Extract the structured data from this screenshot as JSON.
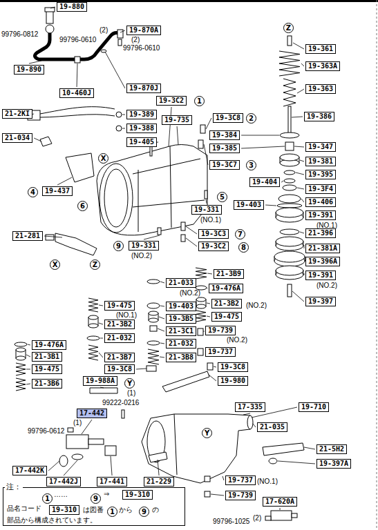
{
  "diagram": {
    "nodes": [
      {
        "text": [
          "19-880"
        ]
      },
      {
        "text": [
          "19-870A"
        ]
      },
      {
        "text": [
          "Z"
        ]
      },
      {
        "text": [
          "19-361"
        ]
      },
      {
        "text": [
          "19-363A"
        ]
      },
      {
        "text": [
          "19-890"
        ]
      },
      {
        "text": [
          "19-870J"
        ]
      },
      {
        "text": [
          "10-460J"
        ]
      },
      {
        "text": [
          "19-363"
        ]
      },
      {
        "text": [
          "19-3C2"
        ]
      },
      {
        "text": [
          "1"
        ]
      },
      {
        "text": [
          "21-2KI"
        ]
      },
      {
        "text": [
          "19-389"
        ]
      },
      {
        "text": [
          "19-735"
        ]
      },
      {
        "text": [
          "19-3C8"
        ]
      },
      {
        "text": [
          "2"
        ]
      },
      {
        "text": [
          "19-386"
        ]
      },
      {
        "text": [
          "19-388"
        ]
      },
      {
        "text": [
          "19-384"
        ]
      },
      {
        "text": [
          "21-034"
        ]
      },
      {
        "text": [
          "19-405"
        ]
      },
      {
        "text": [
          "19-385"
        ]
      },
      {
        "text": [
          "19-347"
        ]
      },
      {
        "text": [
          "19-381"
        ]
      },
      {
        "text": [
          "X"
        ]
      },
      {
        "text": [
          "19-3C7"
        ]
      },
      {
        "text": [
          "3"
        ]
      },
      {
        "text": [
          "19-395"
        ]
      },
      {
        "text": [
          "19-404"
        ]
      },
      {
        "text": [
          "19-3F4"
        ]
      },
      {
        "text": [
          "4"
        ]
      },
      {
        "text": [
          "19-437"
        ]
      },
      {
        "text": [
          "5"
        ]
      },
      {
        "text": [
          "19-403"
        ]
      },
      {
        "text": [
          "19-406"
        ]
      },
      {
        "text": [
          "6"
        ]
      },
      {
        "text": [
          "19-331"
        ]
      },
      {
        "text": [
          "19-391"
        ]
      },
      {
        "text": [
          "21-396"
        ]
      },
      {
        "text": [
          "19-3C3"
        ]
      },
      {
        "text": [
          "7"
        ]
      },
      {
        "text": [
          "21-281"
        ]
      },
      {
        "text": [
          "9"
        ]
      },
      {
        "text": [
          "19-331"
        ]
      },
      {
        "text": [
          "19-3C2"
        ]
      },
      {
        "text": [
          "8"
        ]
      },
      {
        "text": [
          "21-381A"
        ]
      },
      {
        "text": [
          "19-396A"
        ]
      },
      {
        "text": [
          "X"
        ]
      },
      {
        "text": [
          "Z"
        ]
      },
      {
        "text": [
          "19-391"
        ]
      },
      {
        "text": [
          "21-3B9"
        ]
      },
      {
        "text": [
          "21-033"
        ]
      },
      {
        "text": [
          "19-476A"
        ]
      },
      {
        "text": [
          "19-397"
        ]
      },
      {
        "text": [
          "19-475"
        ]
      },
      {
        "text": [
          "19-403"
        ]
      },
      {
        "text": [
          "21-3B2"
        ]
      },
      {
        "text": [
          "19-3B5"
        ]
      },
      {
        "text": [
          "21-3B2"
        ]
      },
      {
        "text": [
          "19-475"
        ]
      },
      {
        "text": [
          "21-3C1"
        ]
      },
      {
        "text": [
          "19-739"
        ]
      },
      {
        "text": [
          "21-032"
        ]
      },
      {
        "text": [
          "21-032"
        ]
      },
      {
        "text": [
          "19-476A"
        ]
      },
      {
        "text": [
          "19-737"
        ]
      },
      {
        "text": [
          "21-3B1"
        ]
      },
      {
        "text": [
          "21-3B7"
        ]
      },
      {
        "text": [
          "21-3B8"
        ]
      },
      {
        "text": [
          "19-3C8"
        ]
      },
      {
        "text": [
          "19-475"
        ]
      },
      {
        "text": [
          "19-3C8"
        ]
      },
      {
        "text": [
          "19-980"
        ]
      },
      {
        "text": [
          "19-988A"
        ]
      },
      {
        "text": [
          "21-3B6"
        ]
      },
      {
        "text": [
          "Y"
        ]
      },
      {
        "text": [
          "17-335"
        ]
      },
      {
        "text": [
          "19-710"
        ]
      },
      {
        "text": [
          "17-442"
        ]
      },
      {
        "text": [
          "21-035"
        ]
      },
      {
        "text": [
          "Y"
        ]
      },
      {
        "text": [
          "21-5H2"
        ]
      },
      {
        "text": [
          "19-397A"
        ]
      },
      {
        "text": [
          "17-442K"
        ]
      },
      {
        "text": [
          "17-442J"
        ]
      },
      {
        "text": [
          "17-441"
        ]
      },
      {
        "text": [
          "21-229"
        ]
      },
      {
        "text": [
          "19-737"
        ]
      },
      {
        "text": [
          "注："
        ]
      },
      {
        "text": [
          "1"
        ],
        "in": 89
      },
      {
        "text": [
          "9"
        ],
        "in": 89
      },
      {
        "text": [
          "19-310"
        ],
        "in": 89
      },
      {
        "text": [
          "19-310"
        ],
        "in": 89
      },
      {
        "text": [
          "1"
        ],
        "in": 89
      },
      {
        "text": [
          "9"
        ],
        "in": 89
      },
      {
        "text": [
          "19-739"
        ]
      },
      {
        "text": [
          "17-620A"
        ]
      }
    ],
    "labels": [
      "99796-0812",
      "(2)",
      "99796-0610",
      "(2)",
      "99796-0610",
      "(NO.1)",
      "(NO.2)",
      "(NO.1)",
      "(NO.2)",
      "(NO.2)",
      "(NO.2)",
      "(NO.1)",
      "(NO.2)",
      "(1)",
      "99222-0216",
      "(1)",
      "99796-0612",
      "(NO.1)",
      "99796-1025",
      "(2)",
      "……",
      "⇒",
      "品名コード",
      "は図番",
      "から",
      "の",
      "部品から構成されています。"
    ]
  }
}
